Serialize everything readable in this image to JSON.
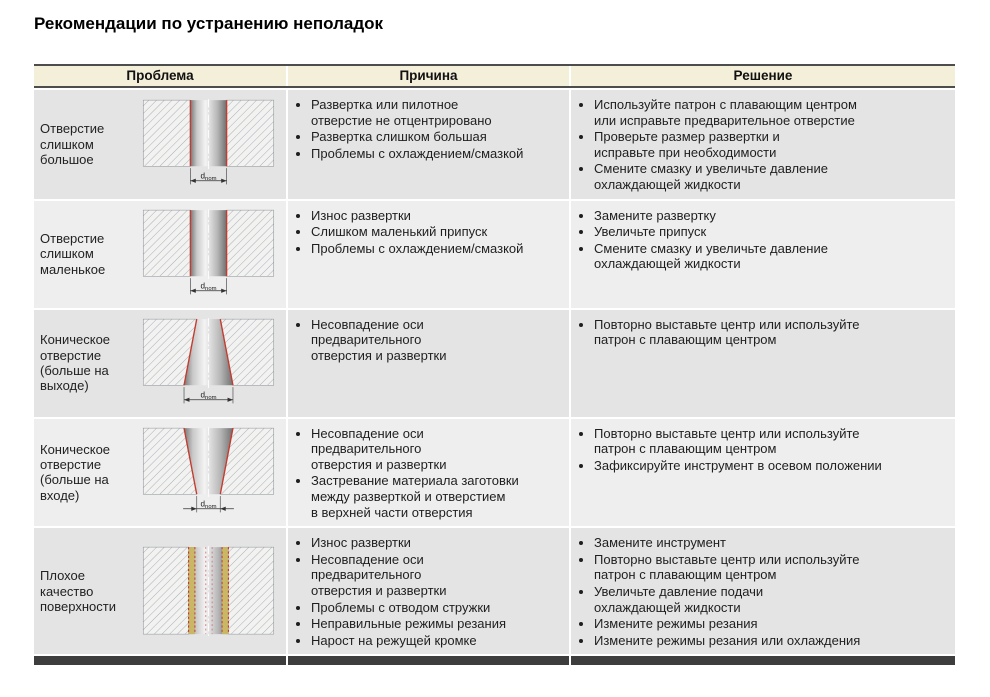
{
  "page_title": "Рекомендации по устранению неполадок",
  "table": {
    "headers": [
      "Проблема",
      "Причина",
      "Решение"
    ],
    "dim_label": {
      "base": "d",
      "sub": "nom"
    },
    "rows": [
      {
        "problem": "Отверстие слишком большое",
        "illustration": "straight",
        "show_dim": true,
        "causes": [
          "Развертка или пилотное\nотверстие не отцентрировано",
          "Развертка слишком большая",
          "Проблемы с охлаждением/смазкой"
        ],
        "solutions": [
          "Используйте патрон с плавающим центром\nили исправьте предварительное отверстие",
          "Проверьте размер развертки и\nисправьте при необходимости",
          "Смените смазку и увеличьте давление\nохлаждающей жидкости"
        ]
      },
      {
        "problem": "Отверстие слишком маленькое",
        "illustration": "straight",
        "show_dim": true,
        "causes": [
          "Износ развертки",
          "Слишком маленький припуск",
          "Проблемы с охлаждением/смазкой"
        ],
        "solutions": [
          "Замените развертку",
          "Увеличьте припуск",
          "Смените смазку и увеличьте давление\nохлаждающей жидкости"
        ]
      },
      {
        "problem": "Коническое отверстие (больше на выходе)",
        "illustration": "taper-exit",
        "show_dim": true,
        "causes": [
          "Несовпадение оси\nпредварительного\nотверстия и развертки"
        ],
        "solutions": [
          "Повторно выставьте центр или используйте\nпатрон с плавающим центром"
        ]
      },
      {
        "problem": "Коническое отверстие (больше на входе)",
        "illustration": "taper-entry",
        "show_dim": true,
        "causes": [
          "Несовпадение оси\nпредварительного\nотверстия и развертки",
          "Застревание материала заготовки\nмежду разверткой и отверстием\nв верхней части отверстия"
        ],
        "solutions": [
          "Повторно выставьте центр или используйте\nпатрон с плавающим центром",
          "Зафиксируйте инструмент в осевом положении"
        ]
      },
      {
        "problem": "Плохое качество поверхности",
        "illustration": "rough",
        "show_dim": false,
        "causes": [
          "Износ развертки",
          "Несовпадение оси\nпредварительного\nотверстия и развертки",
          "Проблемы с отводом стружки",
          "Неправильные режимы резания",
          "Нарост на режущей кромке"
        ],
        "solutions": [
          "Замените инструмент",
          "Повторно выставьте центр или используйте\nпатрон с плавающим центром",
          "Увеличьте давление подачи\nохлаждающей жидкости",
          "Измените режимы резания",
          "Измените режимы резания или охлаждения"
        ]
      }
    ]
  },
  "colors": {
    "header_bg": "#f4efd8",
    "row_bg_odd": "#e4e4e4",
    "row_bg_even": "#eeeeee",
    "footer_bar": "#3d3d3d",
    "edge_red": "#c43b2e",
    "rough_yellow": "#c9b766",
    "hatch_line": "#a3a9b0",
    "block_fill": "#f2f2f1"
  }
}
